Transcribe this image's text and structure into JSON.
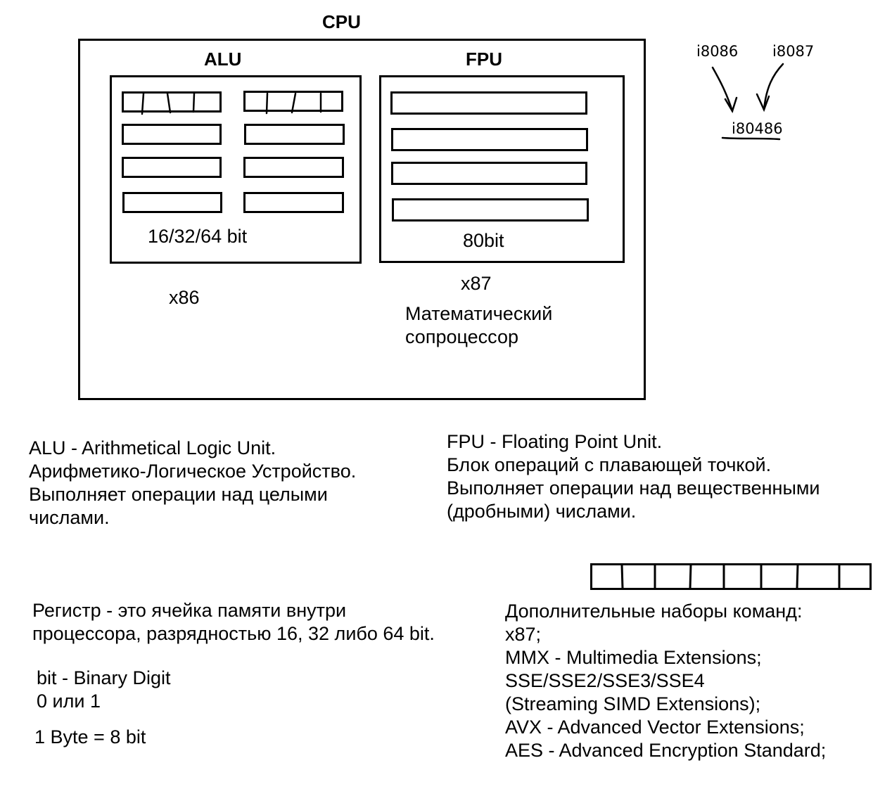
{
  "diagram": {
    "cpu_label": "CPU",
    "alu_label": "ALU",
    "fpu_label": "FPU",
    "alu_bits": "16/32/64 bit",
    "fpu_bits": "80bit",
    "x86_label": "x86",
    "x87_label": "x87",
    "coprocessor_line1": "Математический",
    "coprocessor_line2": "сопроцессор",
    "chip_a": "i8086",
    "chip_b": "i8087",
    "chip_merged": "i80486"
  },
  "notes": {
    "alu": [
      "ALU - Arithmetical Logic Unit.",
      "Арифметико-Логическое Устройство.",
      "Выполняет операции над целыми",
      "числами."
    ],
    "fpu": [
      "FPU - Floating Point Unit.",
      "Блок операций с плавающей точкой.",
      "Выполняет операции над вещественными",
      "(дробными) числами."
    ],
    "register": [
      "Регистр - это ячейка памяти внутри",
      "процессора, разрядностью 16, 32 либо 64 bit."
    ],
    "bit": [
      "bit - Binary Digit",
      "0 или 1"
    ],
    "byte": "1 Byte = 8 bit",
    "extensions": [
      "Дополнительные наборы команд:",
      "x87;",
      "MMX - Multimedia Extensions;",
      "SSE/SSE2/SSE3/SSE4",
      "(Streaming SIMD Extensions);",
      "AVX - Advanced Vector Extensions;",
      "AES - Advanced Encryption Standard;"
    ]
  }
}
